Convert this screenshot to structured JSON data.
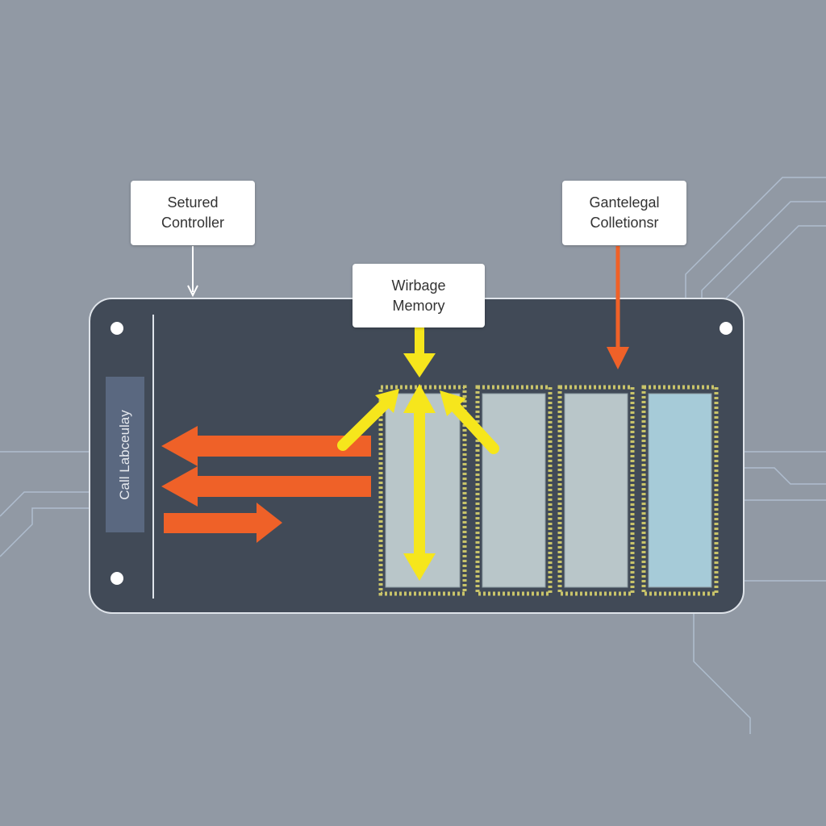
{
  "labels": {
    "controller": [
      "Setured",
      "Controller"
    ],
    "memory": [
      "Wirbage",
      "Memory"
    ],
    "collections": [
      "Gantelegal",
      "Colletionsr"
    ],
    "side": "Call Labceulay"
  },
  "colors": {
    "background": "#9199a4",
    "board": "#414a57",
    "orange": "#ef6128",
    "yellow": "#f6e61c",
    "chip": "#b9c6c9",
    "chip_highlight": "#a6cbd8",
    "circuit": "#b7c7da"
  }
}
